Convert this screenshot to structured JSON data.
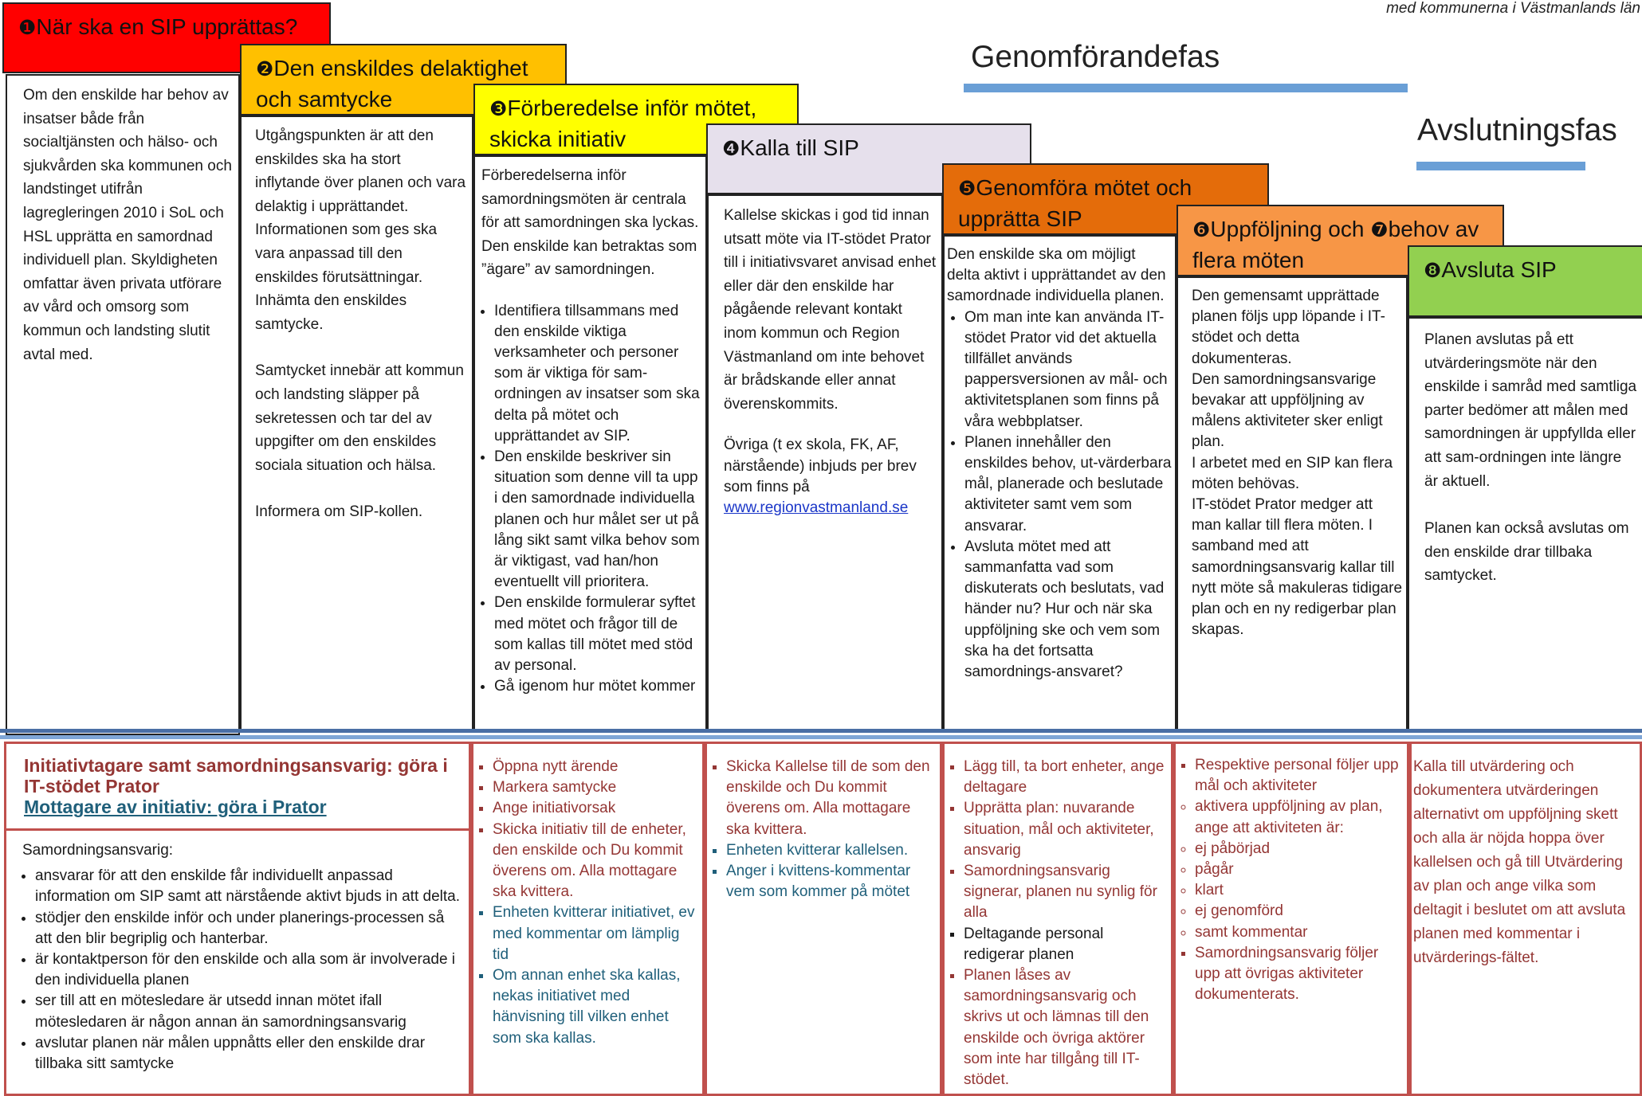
{
  "top_note": "med kommunerna i Västmanlands län",
  "phases": {
    "implementation": "Genomförandefas",
    "closing": "Avslutningsfas"
  },
  "colors": {
    "step1": "#ff0000",
    "step2": "#ffc000",
    "step3": "#ffff00",
    "step4": "#e6e0ec",
    "step5": "#e46c0a",
    "step6": "#f79646",
    "step8": "#92d050",
    "phase_bar": "#6a9fd6",
    "lower_border": "#c0504d"
  },
  "steps": [
    {
      "num": "❶",
      "title": "När ska en SIP upprättas?"
    },
    {
      "num": "❷",
      "title": "Den enskildes delaktighet och samtycke"
    },
    {
      "num": "❸",
      "title": "Förberedelse inför mötet, skicka initiativ"
    },
    {
      "num": "❹",
      "title": "Kalla till SIP"
    },
    {
      "num": "❺",
      "title": "Genomföra mötet och upprätta SIP"
    },
    {
      "num": "❻",
      "title": "Uppföljning och",
      "num2": "❼",
      "title2": "behov av flera möten"
    },
    {
      "num": "❽",
      "title": "Avsluta SIP"
    }
  ],
  "col1": {
    "text": "Om den enskilde har behov av insatser både från socialtjänsten och hälso- och sjukvården ska kommunen och landstinget utifrån lagregleringen 2010 i SoL och HSL upprätta en samordnad individuell plan. Skyldigheten omfattar även privata utförare av vård och omsorg som kommun och landsting slutit avtal med."
  },
  "col2": {
    "p1": "Utgångspunkten är att den enskildes ska ha stort inflytande över planen och vara delaktig i upprättandet. Informationen som ges ska vara anpassad till den enskildes förutsättningar. Inhämta den enskildes samtycke.",
    "p2": "Samtycket innebär att kommun och landsting släpper på sekretessen och tar del av uppgifter om den enskildes sociala situation och hälsa.",
    "p3": "Informera om SIP-kollen."
  },
  "col3": {
    "intro": "Förberedelserna inför samordningsmöten är centrala för att samordningen ska lyckas. Den enskilde kan betraktas som ”ägare” av samordningen.",
    "bullets": [
      "Identifiera tillsammans med den enskilde viktiga verksamheter och personer som är viktiga för sam-ordningen av insatser som ska delta på mötet och upprättandet av SIP.",
      "Den enskilde beskriver sin situation som denne vill ta upp i den samordnade individuella planen och hur målet ser ut på lång sikt samt vilka behov som är viktigast, vad han/hon eventuellt vill prioritera.",
      "Den enskilde formulerar syftet med mötet och frågor till de som kallas till mötet med stöd av personal.",
      "Gå igenom hur mötet kommer"
    ]
  },
  "col4": {
    "p1": "Kallelse skickas i god tid innan utsatt möte via IT-stödet Prator till i initiativsvaret anvisad enhet eller där den enskilde har pågående relevant kontakt inom kommun och Region Västmanland om inte behovet är brådskande eller annat överenskommits.",
    "p2": "Övriga (t ex skola, FK, AF, närstående) inbjuds per brev som finns på",
    "link": "www.regionvastmanland.se"
  },
  "col5": {
    "intro": "Den enskilde ska om möjligt delta aktivt i upprättandet av den samordnade individuella planen.",
    "bullets": [
      "Om man inte kan använda IT-stödet Prator vid det aktuella tillfället används pappersversionen av mål- och aktivitetsplanen som finns på våra webbplatser.",
      "Planen innehåller den enskildes behov, ut-värderbara mål, planerade och beslutade aktiviteter samt vem som ansvarar.",
      "Avsluta mötet med att sammanfatta vad som diskuterats och beslutats, vad händer nu? Hur och när ska uppföljning ske och vem som ska ha det fortsatta samordnings-ansvaret?"
    ]
  },
  "col6": {
    "p1": "Den gemensamt upprättade planen följs upp löpande i IT-stödet och detta dokumenteras.",
    "p2": "Den samordningsansvarige bevakar att uppföljning av målens aktiviteter sker enligt plan.",
    "p3": "I arbetet med en SIP kan flera möten behövas.",
    "p4": "IT-stödet Prator medger att man kallar till flera möten. I samband med att samordningsansvarig kallar till nytt möte så makuleras tidigare plan och en ny redigerbar plan skapas."
  },
  "col7": {
    "p1": "Planen avslutas på ett utvärderingsmöte när den enskilde i samråd med samtliga parter bedömer att målen med samordningen är uppfyllda eller att sam-ordningen inte längre är aktuell.",
    "p2": "Planen kan också avslutas om den enskilde drar tillbaka samtycket."
  },
  "lower": {
    "c1": {
      "heading1": "Initiativtagare samt samordningsansvarig: göra i IT-stödet Prator",
      "heading2": "Mottagare av initiativ: göra i Prator",
      "label": "Samordningsansvarig:",
      "bullets": [
        "ansvarar för att den enskilde får individuellt anpassad information om SIP samt att närstående aktivt bjuds in att delta.",
        "stödjer den enskilde inför och under planerings-processen så att den blir begriplig och hanterbar.",
        "är kontaktperson för den enskilde och alla som är involverade i den individuella planen",
        "ser till att en mötesledare är utsedd innan mötet ifall mötesledaren är någon annan än samordningsansvarig",
        "avslutar planen när målen uppnåtts eller den enskilde drar tillbaka sitt samtycke"
      ]
    },
    "c2": {
      "dark": [
        "Öppna nytt ärende",
        "Markera samtycke",
        "Ange initiativorsak",
        "Skicka initiativ till de enheter, den enskilde och Du kommit överens om. Alla mottagare ska kvittera."
      ],
      "teal": [
        "Enheten kvitterar initiativet, ev med kommentar om lämplig tid",
        "Om annan enhet ska kallas, nekas initiativet med hänvisning till vilken enhet som ska kallas."
      ]
    },
    "c3": {
      "dark": [
        "Skicka Kallelse till de som den enskilde och Du kommit överens om.  Alla mottagare ska kvittera."
      ],
      "teal": [
        "Enheten kvitterar kallelsen.",
        "Anger i kvittens-kommentar vem som kommer på mötet"
      ]
    },
    "c4": {
      "items": [
        {
          "text": "Lägg till, ta bort enheter, ange deltagare",
          "tone": "dark"
        },
        {
          "text": "Upprätta plan: nuvarande situation, mål och aktiviteter, ansvarig",
          "tone": "dark"
        },
        {
          "text": "Samordningsansvarig signerar, planen nu synlig för alla",
          "tone": "dark"
        },
        {
          "text": "Deltagande personal redigerar planen",
          "tone": "blk"
        },
        {
          "text": "Planen låses av samordningsansvarig och skrivs ut och lämnas till den enskilde och övriga aktörer som inte har tillgång till IT-stödet.",
          "tone": "dark"
        }
      ]
    },
    "c5": {
      "b1": "Respektive personal följer upp mål och aktiviteter",
      "b2": "aktivera uppföljning av plan, ange att aktiviteten är:",
      "sub": [
        "ej påbörjad",
        "pågår",
        "klart",
        "ej genomförd",
        "samt kommentar"
      ],
      "b3": "Samordningsansvarig följer upp att övrigas aktiviteter dokumenterats."
    },
    "c6": {
      "text": "Kalla till utvärdering och dokumentera utvärderingen alternativt om uppföljning skett och alla är nöjda hoppa över kallelsen och gå till Utvärdering av plan och ange vilka som deltagit i beslutet om att avsluta planen med kommentar i utvärderings-fältet."
    }
  }
}
